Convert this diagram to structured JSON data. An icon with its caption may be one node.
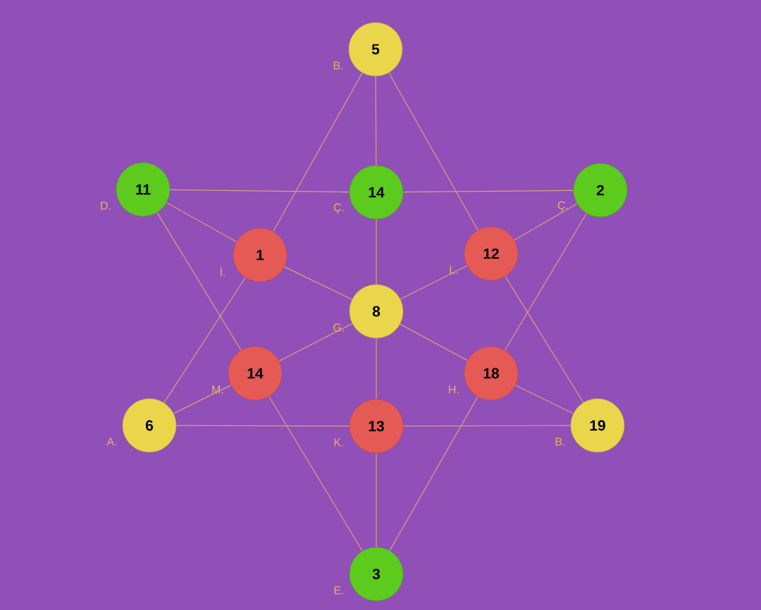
{
  "diagram": {
    "nodes": [
      {
        "text": [
          "5"
        ],
        "beside": [
          "B."
        ]
      },
      {
        "text": [
          "11"
        ],
        "beside": [
          "D."
        ]
      },
      {
        "text": [
          "14"
        ],
        "beside": [
          "Ç."
        ]
      },
      {
        "text": [
          "2"
        ],
        "beside": [
          "Ç."
        ]
      },
      {
        "text": [
          "1"
        ],
        "beside": [
          "İ."
        ]
      },
      {
        "text": [
          "12"
        ],
        "beside": [
          "L."
        ]
      },
      {
        "text": [
          "8"
        ],
        "beside": [
          "G."
        ]
      },
      {
        "text": [
          "14"
        ],
        "beside": [
          "M."
        ]
      },
      {
        "text": [
          "18"
        ],
        "beside": [
          "H."
        ]
      },
      {
        "text": [
          "6"
        ],
        "beside": [
          "A."
        ]
      },
      {
        "text": [
          "13"
        ],
        "beside": [
          "K."
        ]
      },
      {
        "text": [
          "19"
        ],
        "beside": [
          "B."
        ]
      },
      {
        "text": [
          "3"
        ],
        "beside": [
          "E."
        ]
      }
    ],
    "edges": [
      {
        "from": 0,
        "to": 4,
        "arrow": "none"
      },
      {
        "from": 4,
        "to": 9,
        "arrow": "none"
      },
      {
        "from": 0,
        "to": 2,
        "arrow": "none"
      },
      {
        "from": 2,
        "to": 6,
        "arrow": "none"
      },
      {
        "from": 6,
        "to": 10,
        "arrow": "none"
      },
      {
        "from": 10,
        "to": 12,
        "arrow": "none"
      },
      {
        "from": 0,
        "to": 5,
        "arrow": "none"
      },
      {
        "from": 5,
        "to": 11,
        "arrow": "none"
      },
      {
        "from": 1,
        "to": 2,
        "arrow": "none"
      },
      {
        "from": 2,
        "to": 3,
        "arrow": "none"
      },
      {
        "from": 1,
        "to": 4,
        "arrow": "none"
      },
      {
        "from": 4,
        "to": 6,
        "arrow": "none"
      },
      {
        "from": 6,
        "to": 8,
        "arrow": "none"
      },
      {
        "from": 8,
        "to": 11,
        "arrow": "none"
      },
      {
        "from": 3,
        "to": 5,
        "arrow": "none"
      },
      {
        "from": 5,
        "to": 6,
        "arrow": "none"
      },
      {
        "from": 6,
        "to": 7,
        "arrow": "none"
      },
      {
        "from": 7,
        "to": 9,
        "arrow": "none"
      },
      {
        "from": 1,
        "to": 7,
        "arrow": "none"
      },
      {
        "from": 7,
        "to": 12,
        "arrow": "none"
      },
      {
        "from": 3,
        "to": 8,
        "arrow": "none"
      },
      {
        "from": 8,
        "to": 12,
        "arrow": "none"
      },
      {
        "from": 9,
        "to": 10,
        "arrow": "none"
      },
      {
        "from": 10,
        "to": 11,
        "arrow": "none"
      }
    ]
  }
}
